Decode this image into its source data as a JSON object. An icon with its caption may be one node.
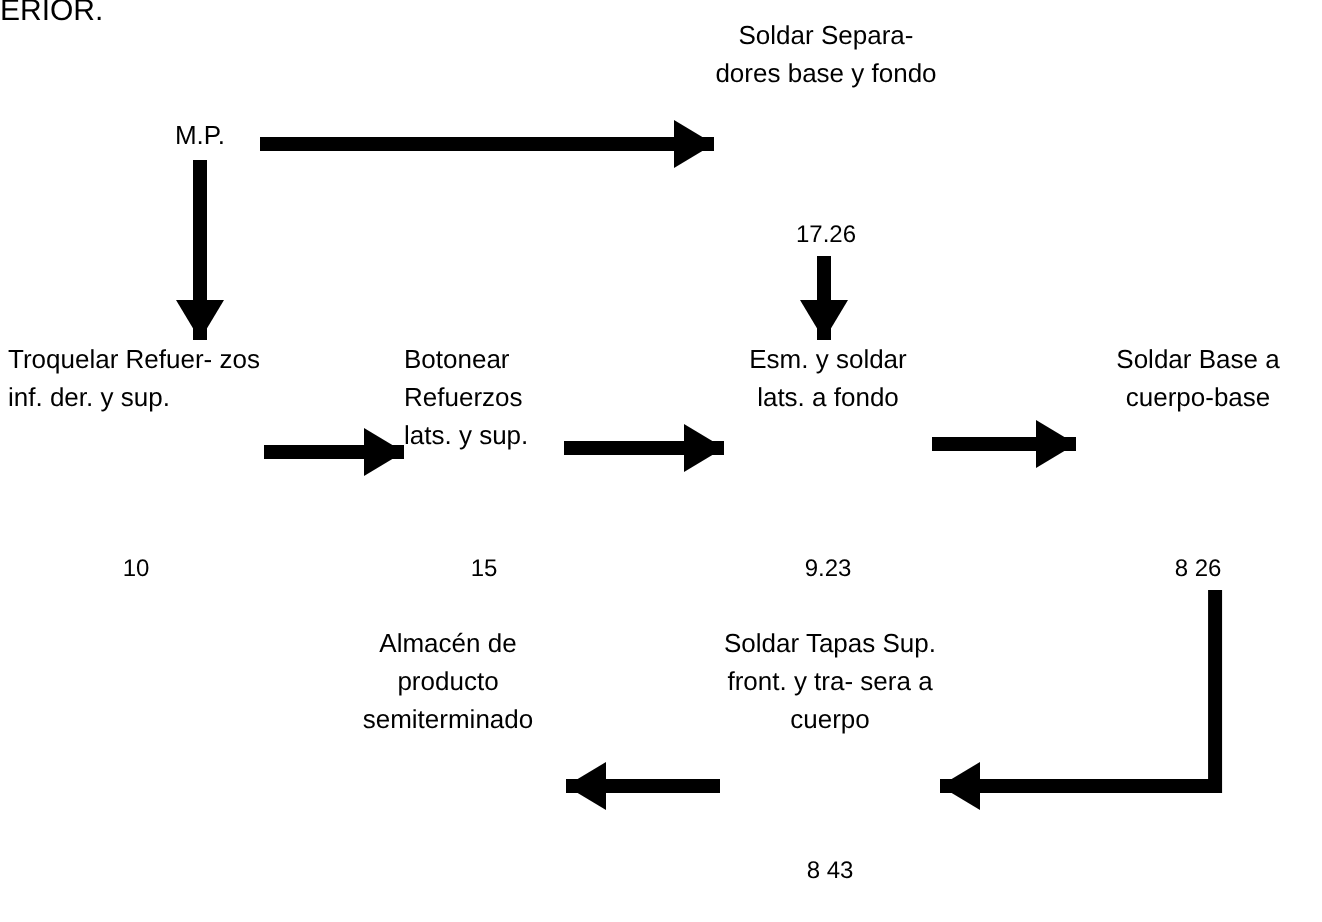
{
  "diagram": {
    "nodes": [
      {
        "text": [
          "M.P."
        ]
      },
      {
        "text": [
          "Soldar Separa- dores base y fondo"
        ],
        "beside": [
          "17.26"
        ]
      },
      {
        "text": [
          "Troquelar Refuer- zos inf. der. y sup."
        ],
        "beside": [
          "10"
        ]
      },
      {
        "text": [
          "Botonear Refuerzos lats. y sup."
        ],
        "beside": [
          "15"
        ]
      },
      {
        "text": [
          "Esm. y soldar lats. a fondo"
        ],
        "beside": [
          "9.23"
        ]
      },
      {
        "text": [
          "Soldar Base a cuerpo-base"
        ],
        "beside": [
          "8 26"
        ]
      },
      {
        "text": [
          "Soldar Tapas Sup. front. y tra- sera a cuerpo"
        ],
        "beside": [
          "8 43"
        ]
      },
      {
        "text": [
          "Almacén de producto semiterminado"
        ]
      }
    ],
    "edges": [
      {
        "from": 0,
        "to": 1,
        "arrow": "to"
      },
      {
        "from": 0,
        "to": 2,
        "arrow": "to"
      },
      {
        "from": 1,
        "to": 4,
        "arrow": "to"
      },
      {
        "from": 2,
        "to": 3,
        "arrow": "to"
      },
      {
        "from": 3,
        "to": 4,
        "arrow": "to"
      },
      {
        "from": 4,
        "to": 5,
        "arrow": "to"
      },
      {
        "from": 5,
        "to": 6,
        "arrow": "to"
      },
      {
        "from": 6,
        "to": 7,
        "arrow": "to"
      }
    ],
    "labels": [
      "ERIOR."
    ]
  }
}
